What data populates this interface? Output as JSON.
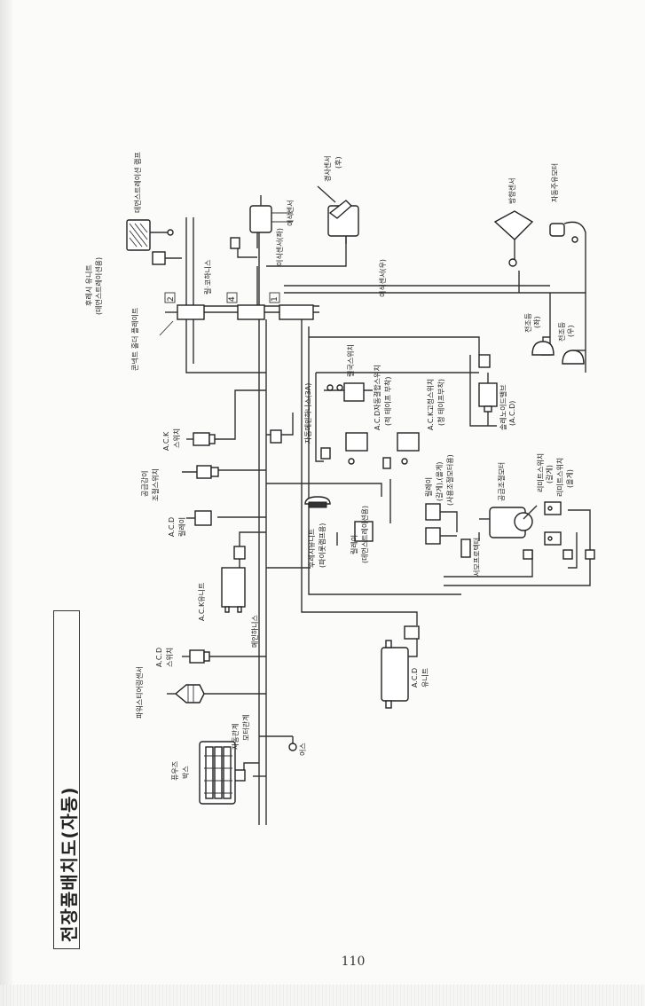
{
  "title": "전장품배치도(자동)",
  "page_number": "110",
  "labels": {
    "rear_unit": "후레시 유니트",
    "rear_unit_sub": "(데먼스트레이션용)",
    "demo_lamp": "데먼스트레이션 램프",
    "rear_harness": "릴·코하니스",
    "connect_hold": "콘넥트 홀더 플레이트",
    "tilt_sensor": "이삭센서",
    "tilt_sensor_sub": "(좌)이식 센서",
    "level_sensor": "경사센서",
    "level_sensor_sub": "(후)",
    "direction_sensor": "방향센서",
    "auto_motor": "자동주유모터",
    "right_light_l": "전조등",
    "right_light_l_sub": "(좌)",
    "right_light_r": "전조등",
    "right_light_r_sub": "(우)",
    "solenoid": "솔레노이드밸브",
    "solenoid_sub": "(A.C.D)",
    "right_sensor": "이식센서(우)",
    "ack_switch": "A.C.K",
    "ack_switch_sub": "스위치",
    "supply_switch": "공급감이",
    "supply_switch_sub": "조절스위치",
    "acd_relay": "A.C.D",
    "acd_relay_sub": "릴레이",
    "ack_unit": "A.C.K유니트",
    "main_harness": "메인하니스",
    "acd_switch": "A.C.D",
    "acd_switch_sub": "스위치",
    "power_steering": "파워스티어링센서",
    "auto_relay": "자동관계",
    "motor_relay": "모터관계",
    "fuse_box": "퓨우즈",
    "fuse_box_sub": "박스",
    "ground": "어스",
    "acd_unit": "A.C.D",
    "acd_unit_sub": "유니트",
    "lift_switch": "릴국스위치",
    "auto_harness": "자동메인하니스(3A)",
    "acd_auto_switch": "A.C.D자동결합스위치",
    "acd_auto_switch_sub": "(적 테이프 부착)",
    "ack_fix_switch": "A.C.K고정스위치",
    "ack_fix_switch_sub": "(청 테이프부착)",
    "rear_unit2": "후레시유니트",
    "rear_unit2_sub": "(파이롯램프용)",
    "relay_demo": "릴레이",
    "relay_demo_sub": "(데먼스트레이션용)",
    "relay_pair": "릴레이",
    "relay_pair_sub": "(갈게),(올게)",
    "relay_pair_sub2": "(사용조절모터용)",
    "supply_motor": "공급조절모터",
    "limit_sw1": "리미트스위치",
    "limit_sw1_sub": "(갈게)",
    "limit_sw2": "리미트스위치",
    "limit_sw2_sub": "(올게)",
    "servo": "서모프로텍터",
    "conn_1": "1",
    "conn_2": "2",
    "conn_4": "4",
    "rear_sensor": "이식센서(좌)"
  },
  "colors": {
    "line": "#333333",
    "paper": "#fbfbfa"
  }
}
